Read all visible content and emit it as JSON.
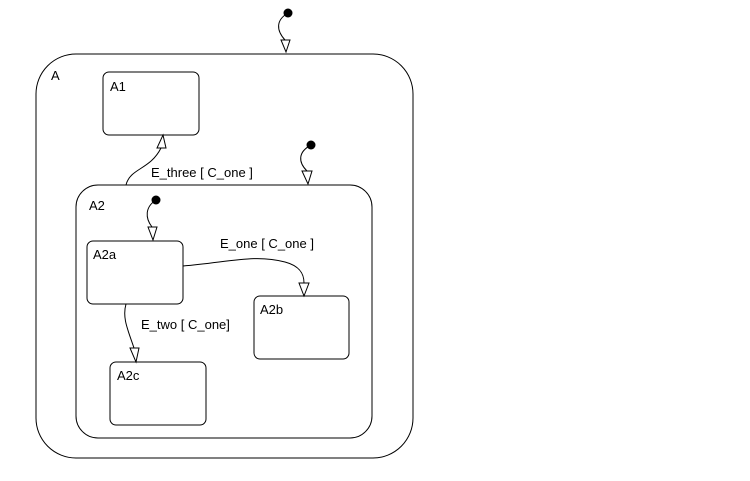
{
  "diagram": {
    "states": {
      "A": "A",
      "A1": "A1",
      "A2": "A2",
      "A2a": "A2a",
      "A2b": "A2b",
      "A2c": "A2c"
    },
    "transitions": {
      "a2_to_a1": "E_three [ C_one ]",
      "a2a_to_a2b": "E_one [ C_one ]",
      "a2a_to_a2c": "E_two [ C_one]"
    }
  }
}
